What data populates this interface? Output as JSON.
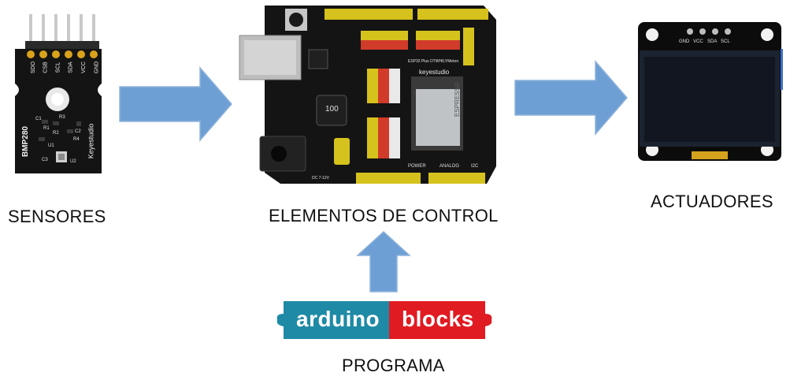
{
  "labels": {
    "sensors": "SENSORES",
    "control": "ELEMENTOS DE CONTROL",
    "actuators": "ACTUADORES",
    "program": "PROGRAMA"
  },
  "sensor_board": {
    "model": "BMP280",
    "brand": "Keyestudio",
    "pins": [
      "SDO",
      "CSB",
      "SCL",
      "SDA",
      "VCC",
      "GND"
    ],
    "components": [
      "C1",
      "C2",
      "C3",
      "R1",
      "R2",
      "R3",
      "R4",
      "U1",
      "U2"
    ]
  },
  "control_board": {
    "brand": "keyestudio",
    "title": "ESP32 Plus DTWHILYMeton",
    "module": "ESPRESSIF",
    "inductor": "100",
    "headers": [
      "POWER",
      "ANALOG",
      "I2C"
    ],
    "dc_label": "DC 7-12V"
  },
  "display_module": {
    "pins": [
      "GND",
      "VCC",
      "SDA",
      "SCL"
    ]
  },
  "logo": {
    "left_text": "arduino",
    "right_text": "blocks",
    "left_color": "#1e8aa6",
    "right_color": "#e11b22"
  },
  "colors": {
    "arrow": "#6e9fd4",
    "arrow_border": "#8fb3dc"
  }
}
